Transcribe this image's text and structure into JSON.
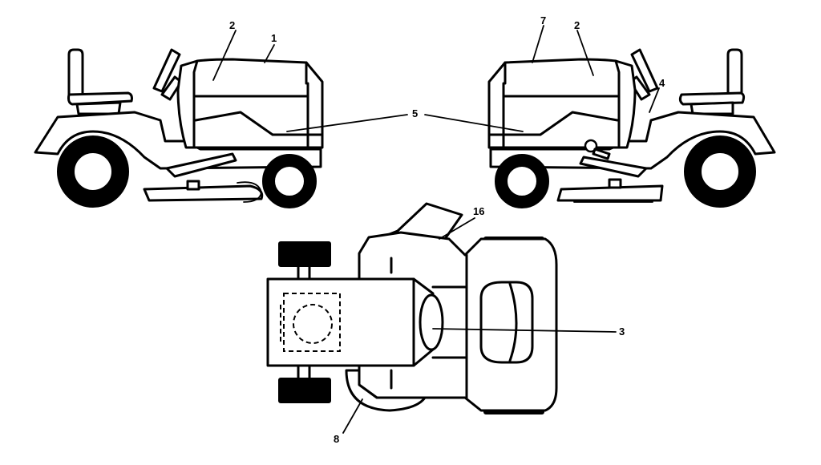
{
  "colors": {
    "line": "#000000",
    "background": "#ffffff"
  },
  "callouts": {
    "c1": "1",
    "c2_left": "2",
    "c2_right": "2",
    "c3": "3",
    "c4": "4",
    "c5": "5",
    "c7": "7",
    "c8": "8",
    "c16": "16"
  }
}
